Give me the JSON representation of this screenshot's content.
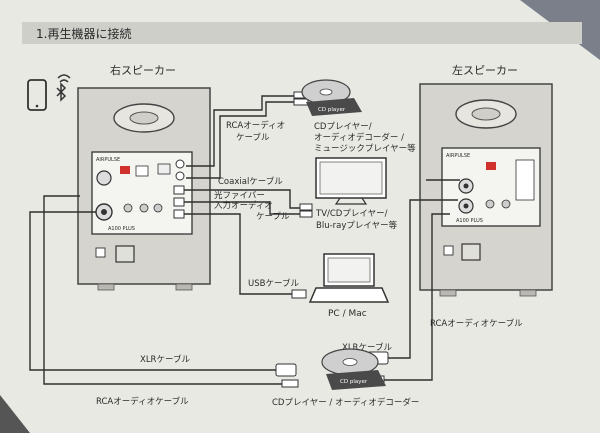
{
  "section": {
    "title": "1.再生機器に接続"
  },
  "speakers": {
    "right": {
      "label": "右スピーカー"
    },
    "left": {
      "label": "左スピーカー"
    },
    "panel_brand": "AIRPULSE",
    "model_right": "A100 PLUS",
    "model_left": "A100 PLUS"
  },
  "cables": {
    "rca_top": {
      "line1": "RCAオーディオ",
      "line2": "ケーブル"
    },
    "coaxial": "Coaxialケーブル",
    "optical": {
      "line1": "光ファイバー",
      "line2": "入力オーディオ",
      "line3": "ケーブル"
    },
    "usb": "USBケーブル",
    "xlr_left": "XLRケーブル",
    "xlr_right": "XLRケーブル",
    "rca_bottom": "RCAオーディオケーブル",
    "rca_right": "RCAオーディオケーブル"
  },
  "devices": {
    "cd_top": {
      "badge": "CD player",
      "line1": "CDプレイヤー/",
      "line2": "オーディオデコーダー /",
      "line3": "ミュージックプレイヤー等"
    },
    "tv": {
      "line1": "TV/CDプレイヤー/",
      "line2": "Blu-rayプレイヤー等"
    },
    "pc": {
      "label": "PC / Mac"
    },
    "cd_bottom": {
      "badge": "CD player",
      "label": "CDプレイヤー / オーディオデコーダー"
    }
  },
  "colors": {
    "page": "#e9e9e4",
    "line": "#2f2f2f",
    "cabinet": "#d5d4ce",
    "panel": "#f4f4f0",
    "accent": "#d0312d"
  }
}
